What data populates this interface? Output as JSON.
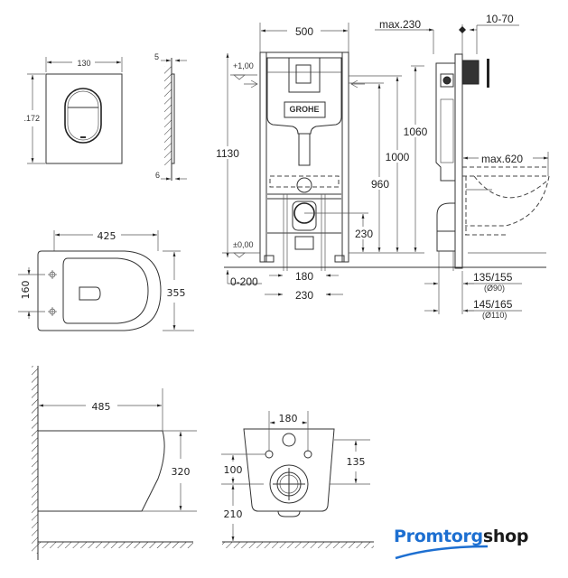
{
  "flush_plate": {
    "width": "130",
    "height": ".172",
    "depth_top": "5",
    "depth_bottom": "6"
  },
  "frame_front": {
    "width": "500",
    "total_height": "1130",
    "level_top": "+1,00",
    "level_zero": "±0,00",
    "floor_offset": "0-200",
    "bolt_spacing_inner": "180",
    "bolt_spacing_outer": "230",
    "drain_height": "230",
    "height_960": "960",
    "height_1000": "1000",
    "height_1060": "1060",
    "brand": "GROHE"
  },
  "frame_side": {
    "max_depth": "max.230",
    "button_depth": "10-70",
    "bowl_projection": "max.620",
    "pipe_90": "135/155",
    "pipe_90_dia": "(Ø90)",
    "pipe_110": "145/165",
    "pipe_110_dia": "(Ø110)"
  },
  "bowl_top": {
    "length": "425",
    "width": "355",
    "seat_holes": "160"
  },
  "bowl_side": {
    "length": "485",
    "height": "320"
  },
  "bowl_back": {
    "bolt_spacing": "180",
    "inlet_offset": "135",
    "bolt_to_outlet": "100",
    "outlet_height": "210"
  },
  "logo": {
    "part1": "Promtorg",
    "part2": "shop",
    "color_primary": "#1d6fd1",
    "color_secondary": "#1a1a1a"
  }
}
